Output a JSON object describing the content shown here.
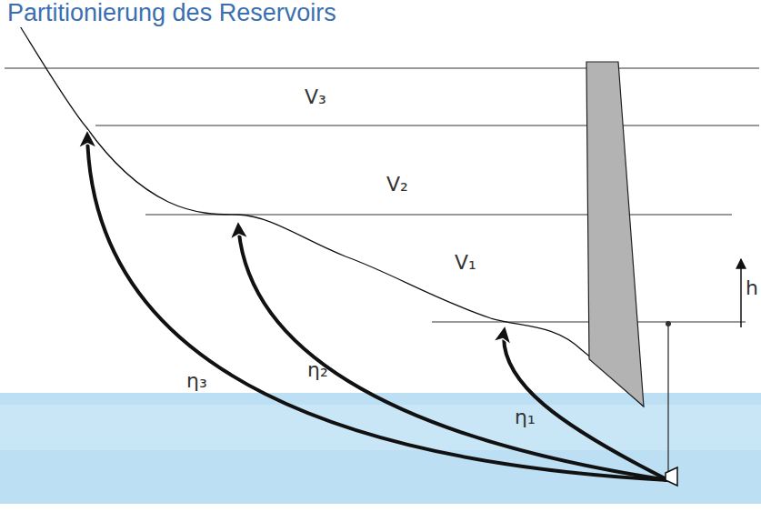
{
  "diagram": {
    "title": "Partitionierung des Reservoirs",
    "labels": [
      "V₃",
      "V₂",
      "V₁",
      "h",
      "η₃",
      "η₂",
      "η₁"
    ]
  }
}
